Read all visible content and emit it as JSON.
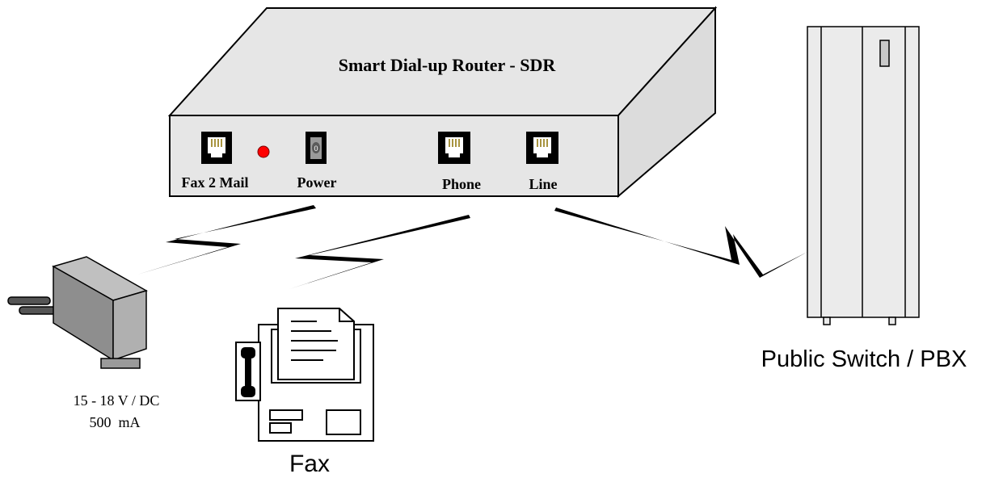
{
  "router": {
    "title": "Smart Dial-up Router - SDR",
    "ports": {
      "fax2mail": "Fax 2 Mail",
      "power": "Power",
      "phone": "Phone",
      "line": "Line"
    },
    "power_switch_label": "0",
    "led_color": "#ff0000"
  },
  "adapter": {
    "line1": "15 - 18 V / DC",
    "line2": "500  mA"
  },
  "fax": {
    "label": "Fax"
  },
  "switch": {
    "label": "Public Switch / PBX"
  },
  "colors": {
    "device_gray": "#e6e6e6",
    "switch_gray": "#ebebeb",
    "adapter_gray": "#a8a8a8",
    "outline": "#000000",
    "bolt": "#000000"
  }
}
